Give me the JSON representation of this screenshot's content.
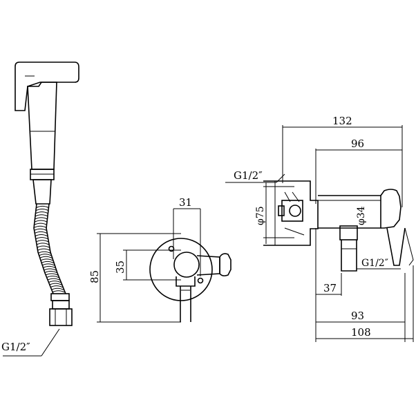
{
  "labels": {
    "thread_left": "G1/2″",
    "thread_top": "G1/2″",
    "thread_right": "G1/2″",
    "dim_31": "31",
    "dim_35": "35",
    "dim_85": "85",
    "dim_75": "φ75",
    "dim_34": "φ34",
    "dim_132": "132",
    "dim_96": "96",
    "dim_37": "37",
    "dim_93": "93",
    "dim_108": "108"
  }
}
